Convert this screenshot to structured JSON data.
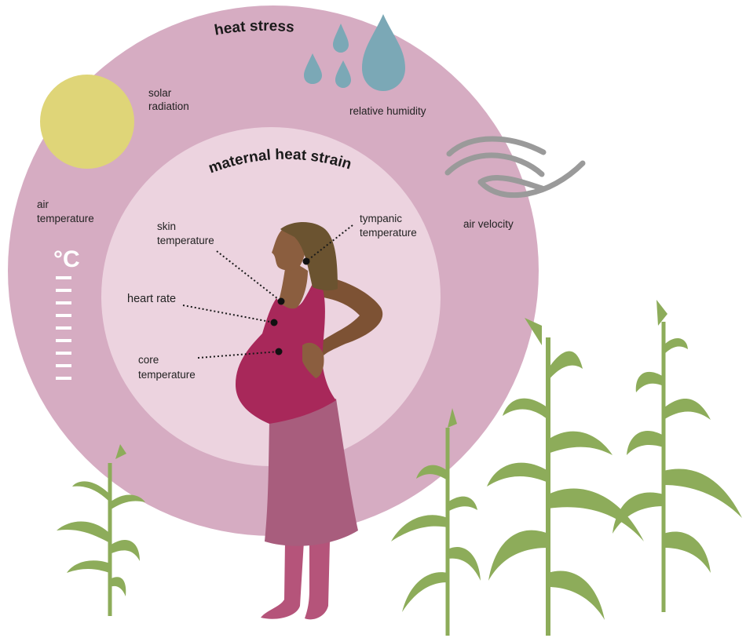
{
  "diagram": {
    "outer_ring": {
      "title": "heat stress"
    },
    "inner_circle": {
      "title": "maternal heat strain"
    },
    "factors": {
      "solar_radiation": [
        "solar",
        "radiation"
      ],
      "relative_humidity": "relative humidity",
      "air_temperature": [
        "air",
        "temperature"
      ],
      "air_velocity": "air velocity"
    },
    "thermometer_unit": "°C",
    "measurements": {
      "skin_temperature": [
        "skin",
        "temperature"
      ],
      "tympanic_temperature": [
        "tympanic",
        "temperature"
      ],
      "heart_rate": "heart rate",
      "core_temperature": [
        "core",
        "temperature"
      ]
    }
  },
  "colors": {
    "outer_ring": "#d6acc2",
    "inner_circle": "#ecd3df",
    "sun": "#dfd578",
    "water": "#7ba8b6",
    "wind": "#9a9a9a",
    "plant": "#8dac5a",
    "skin": "#8b5e3f",
    "hair": "#6b5330",
    "top": "#a8285a",
    "skirt": "#a85d7d",
    "legs": "#b5547a"
  }
}
